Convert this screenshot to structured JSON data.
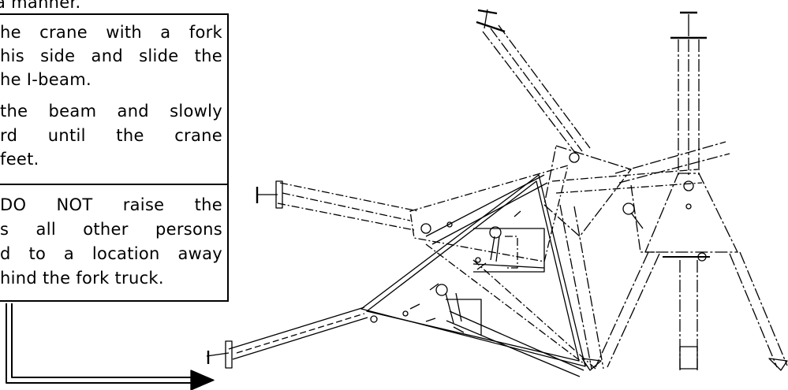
{
  "instructions": {
    "intro_line": "a manner.",
    "step1": {
      "lines": [
        "he crane with a fork",
        "his side and slide the",
        "he I-beam."
      ]
    },
    "step2": {
      "lines": [
        "the beam and slowly",
        "rd until the crane",
        "feet."
      ]
    },
    "warning": {
      "lines": [
        "DO NOT raise the",
        "s all other persons",
        "d to a location away",
        "hind the fork truck."
      ]
    }
  },
  "colors": {
    "ink": "#000000",
    "background": "#ffffff"
  },
  "icons": {
    "direction_arrow": "double-line-right-arrow"
  }
}
